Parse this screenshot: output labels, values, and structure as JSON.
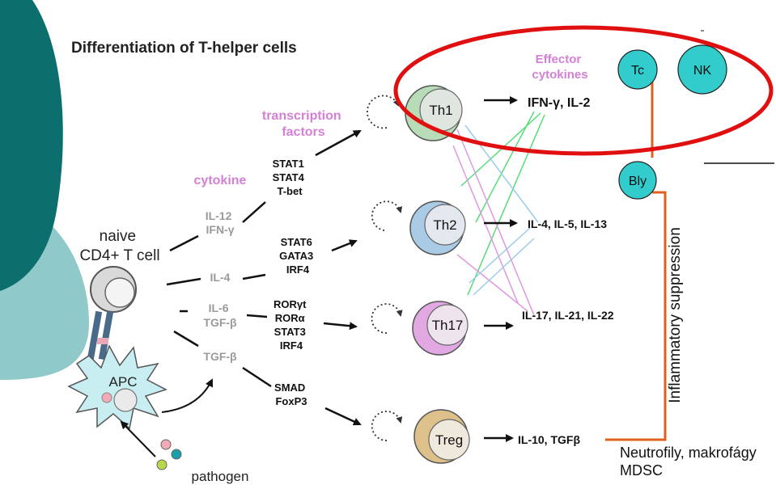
{
  "title": "Differentiation of T-helper cells",
  "headers": {
    "transcription_factors": [
      "transcription",
      "factors"
    ],
    "cytokine": "cytokine",
    "effector_cytokines": [
      "Effector",
      "cytokines"
    ]
  },
  "naive_cell_label": [
    "naive",
    "CD4+ T cell"
  ],
  "apc_label": "APC",
  "pathogen_label": "pathogen",
  "input_cytokines": {
    "th1": [
      "IL-12",
      "IFN-γ"
    ],
    "th2": [
      "IL-4"
    ],
    "th17": [
      "IL-6",
      "TGF-β"
    ],
    "treg": [
      "TGF-β"
    ]
  },
  "transcription_factors": {
    "th1": [
      "STAT1",
      "STAT4",
      "T-bet"
    ],
    "th2": [
      "STAT6",
      "GATA3",
      "IRF4"
    ],
    "th17": [
      "RORγt",
      "RORα",
      "STAT3",
      "IRF4"
    ],
    "treg": [
      "SMAD",
      "FoxP3"
    ]
  },
  "cells": {
    "th1": "Th1",
    "th2": "Th2",
    "th17": "Th17",
    "treg": "Treg"
  },
  "effector_cytokines": {
    "th1": "IFN-γ, IL-2",
    "th2": "IL-4, IL-5, IL-13",
    "th17": "IL-17, IL-21, IL-22",
    "treg": "IL-10, TGFβ"
  },
  "effector_targets": {
    "tc": "Tc",
    "nk": "NK",
    "bly": "Bly"
  },
  "inflammatory_label": "Inflammatory suppression",
  "annotation": [
    "Neutrofily, makrofágy",
    "MDSC"
  ],
  "colors": {
    "teal": "#0d6e6e",
    "light_teal": "#8fc9c9",
    "pink": "#d580d6",
    "red_oval": "#e01010",
    "orange": "#e06020",
    "cyan_node": "#33cccc",
    "th1_fill": "#b7dcb7",
    "th2_fill": "#a9cbe6",
    "th17_fill": "#e2a8e2",
    "treg_fill": "#ddc08a"
  }
}
